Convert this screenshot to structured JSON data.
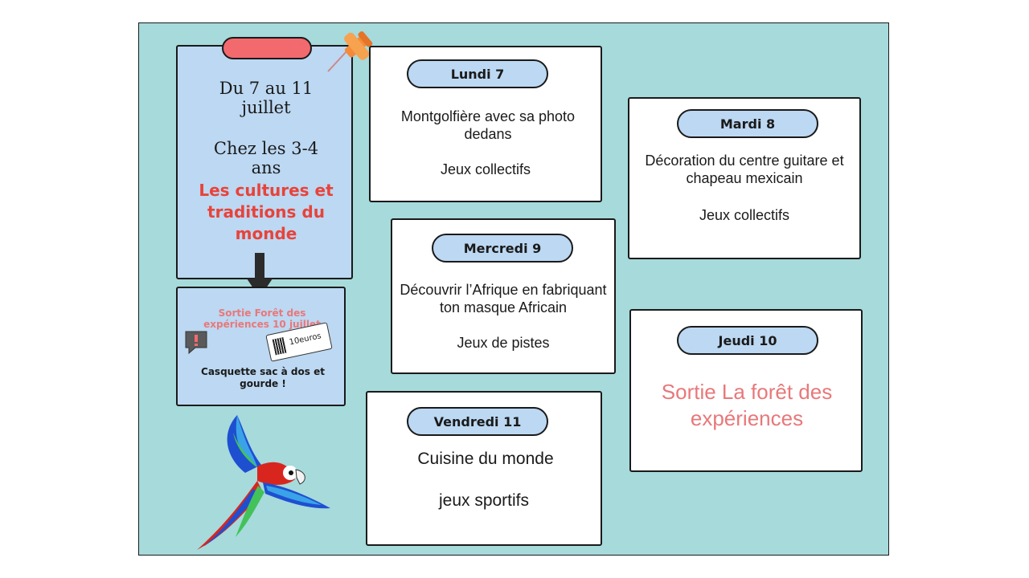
{
  "intro": {
    "dates": "Du 7 au 11 juillet",
    "group": "Chez les 3-4 ans",
    "theme": "Les cultures et traditions du monde"
  },
  "outing_note": {
    "title": "Sortie Forêt des expériences 10 juillet",
    "ticket": "10euros",
    "items": "Casquette sac à dos et gourde !"
  },
  "days": {
    "monday": {
      "label": "Lundi 7",
      "activity": "Montgolfière avec sa photo dedans",
      "games": "Jeux collectifs"
    },
    "tuesday": {
      "label": "Mardi 8",
      "activity": "Décoration du centre guitare et chapeau mexicain",
      "games": "Jeux collectifs"
    },
    "wednesday": {
      "label": "Mercredi 9",
      "activity": "Découvrir l’Afrique en fabriquant ton masque Africain",
      "games": "Jeux de pistes"
    },
    "thursday": {
      "label": "Jeudi 10",
      "activity": "Sortie La forêt des expériences"
    },
    "friday": {
      "label": "Vendredi 11",
      "activity": "Cuisine du monde",
      "games": "jeux sportifs"
    }
  },
  "colors": {
    "board": "#a6dadb",
    "pill": "#bcd8f2",
    "accent_red": "#e8433a",
    "accent_salmon": "#e8787a"
  },
  "icons": [
    "pushpin-icon",
    "arrow-down-icon",
    "alert-bubble-icon",
    "ticket-icon",
    "parrot-illustration"
  ]
}
